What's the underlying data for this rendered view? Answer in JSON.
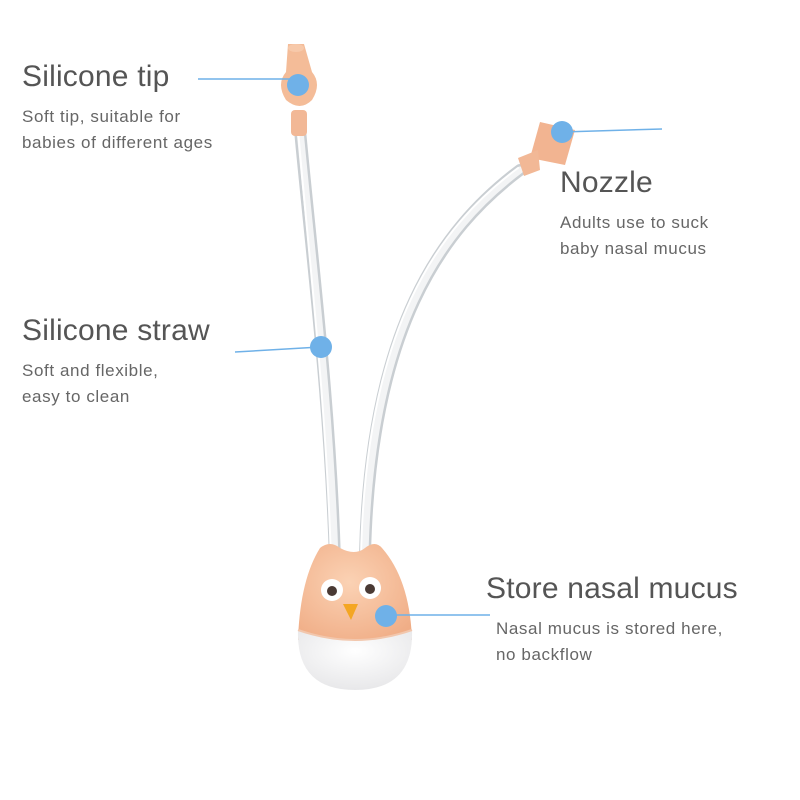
{
  "callouts": {
    "silicone_tip": {
      "title": "Silicone tip",
      "desc": [
        "Soft tip, suitable for",
        "babies of different ages"
      ]
    },
    "nozzle": {
      "title": "Nozzle",
      "desc": [
        "Adults use to suck",
        "baby nasal mucus"
      ]
    },
    "silicone_straw": {
      "title": "Silicone straw",
      "desc": [
        "Soft and flexible,",
        "easy to clean"
      ]
    },
    "store": {
      "title": "Store nasal mucus",
      "desc": [
        "Nasal mucus is stored here,",
        "no backflow"
      ]
    }
  },
  "colors": {
    "accent": "#6fb1e8",
    "silicone": "#f4bc98",
    "text": "#555555"
  }
}
